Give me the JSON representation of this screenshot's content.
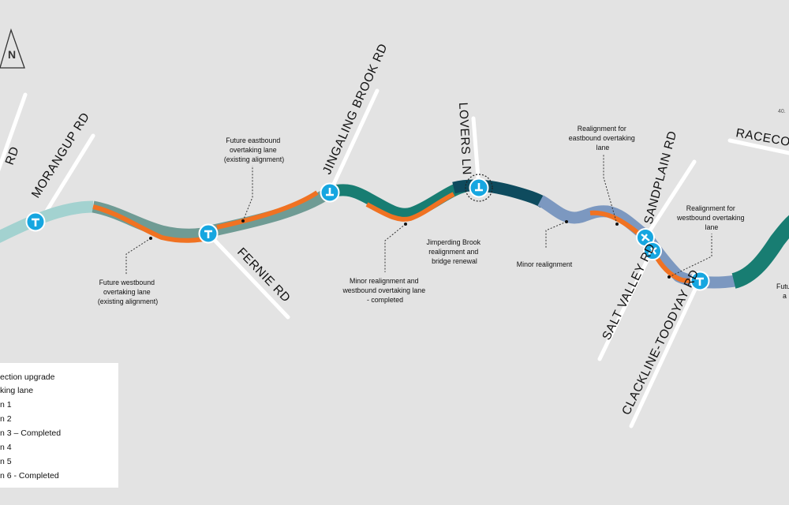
{
  "north_arrow": {
    "letter": "N"
  },
  "corner_label": "40.",
  "roads": {
    "rd_partial": "RD",
    "morangup": "MORANGUP RD",
    "fernie": "FERNIE RD",
    "jingaling": "JINGALING BROOK RD",
    "lovers": "LOVERS LN",
    "sandplain": "SANDPLAIN RD",
    "salt_valley": "SALT VALLEY RD",
    "clackline": "CLACKLINE-TOODYAY RD",
    "racecourse": "RACECOU"
  },
  "notes": {
    "future_eastbound": [
      "Future eastbound",
      "overtaking lane",
      "(existing alignment)"
    ],
    "future_westbound": [
      "Future westbound",
      "overtaking lane",
      "(existing alignment)"
    ],
    "minor_realign_wb": [
      "Minor realignment and",
      "westbound overtaking lane",
      "- completed"
    ],
    "jimperding": [
      "Jimperding Brook",
      "realignment and",
      "bridge renewal"
    ],
    "minor_realign": [
      "Minor realignment"
    ],
    "realign_eb": [
      "Realignment for",
      "eastbound overtaking",
      "lane"
    ],
    "realign_wb": [
      "Realignment for",
      "westbound overtaking",
      "lane"
    ],
    "edge_partial": [
      "Futu",
      "a"
    ]
  },
  "legend": {
    "items": [
      "ection upgrade",
      "king lane",
      "n 1",
      "n 2",
      "n 3 – Completed",
      "n 4",
      "n 5",
      "n 6 - Completed"
    ]
  },
  "colors": {
    "background": "#e3e3e3",
    "section_light_teal": "#a3d2d0",
    "section_grey_teal": "#6f9b94",
    "section_teal": "#187d72",
    "section_dark": "#0e4b5e",
    "section_blue": "#7c98c0",
    "overtaking_orange": "#f07222",
    "intersection_blue": "#16a6e0"
  }
}
